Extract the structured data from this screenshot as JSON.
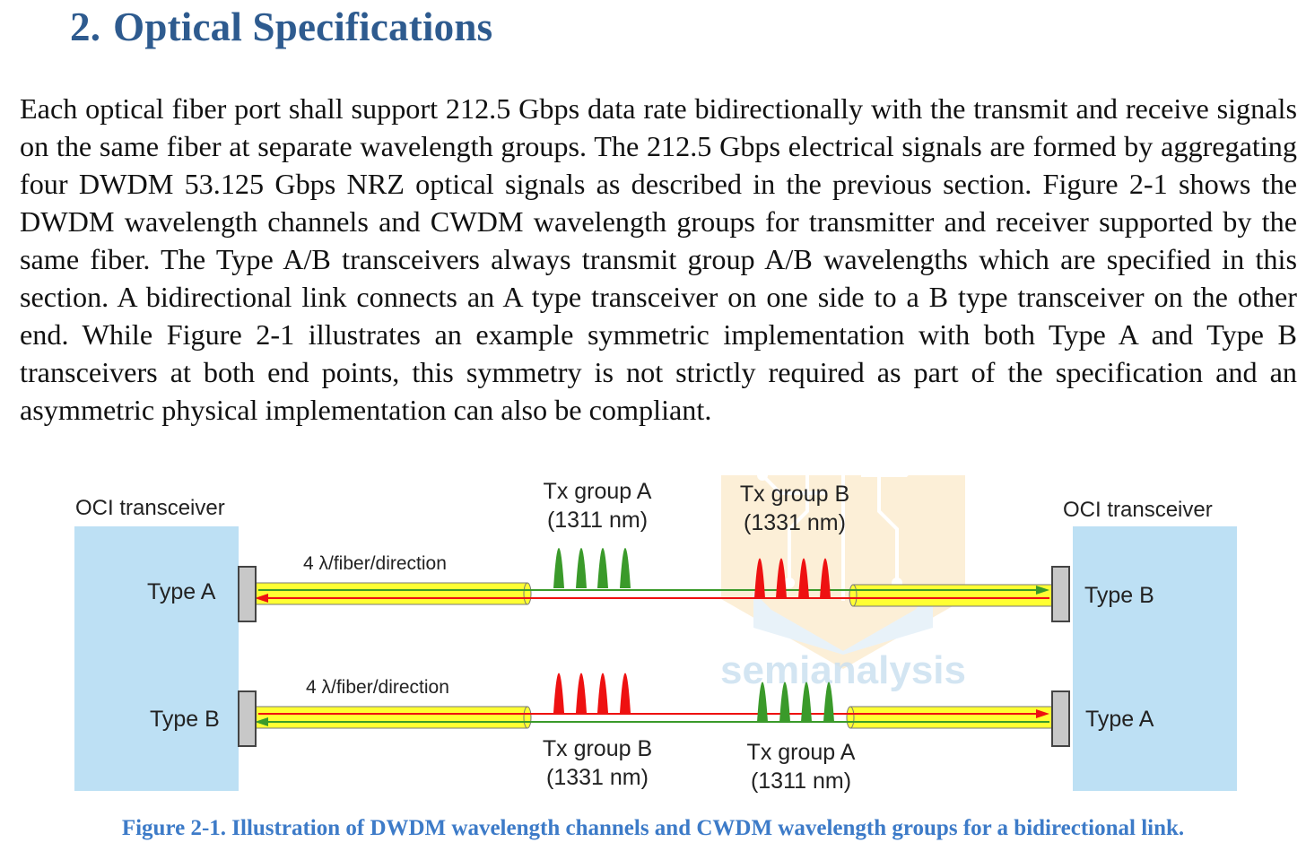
{
  "section": {
    "number": "2.",
    "title": "Optical Specifications"
  },
  "body_text": "Each optical fiber port shall support 212.5 Gbps data rate bidirectionally with the transmit and receive signals on the same fiber at separate wavelength groups. The 212.5 Gbps electrical signals are formed by aggregating four DWDM 53.125 Gbps NRZ optical signals as described in the previous section. Figure 2-1 shows the DWDM wavelength channels and CWDM wavelength groups for transmitter and receiver supported by the same fiber. The Type A/B transceivers always transmit group A/B wavelengths which are specified in this section. A bidirectional link connects an A type transceiver on one side to a B type transceiver on the other end. While Figure 2-1 illustrates an example symmetric implementation with both Type A and Type B transceivers at both end points, this symmetry is not strictly required as part of the specification and an asymmetric physical implementation can also be compliant.",
  "figure": {
    "left_transceiver": {
      "title": "OCI transceiver",
      "top_port": "Type A",
      "bottom_port": "Type B"
    },
    "right_transceiver": {
      "title": "OCI transceiver",
      "top_port": "Type B",
      "bottom_port": "Type A"
    },
    "top_link": {
      "fiber_label": "4 λ/fiber/direction",
      "group_left": {
        "name": "Tx group A",
        "wavelength": "(1311 nm)",
        "color": "#3a9a2a"
      },
      "group_right": {
        "name": "Tx group B",
        "wavelength": "(1331 nm)",
        "color": "#ee1111"
      }
    },
    "bottom_link": {
      "fiber_label": "4 λ/fiber/direction",
      "group_left": {
        "name": "Tx group B",
        "wavelength": "(1331 nm)",
        "color": "#ee1111"
      },
      "group_right": {
        "name": "Tx group A",
        "wavelength": "(1311 nm)",
        "color": "#3a9a2a"
      }
    },
    "watermark": "semianalysis"
  },
  "caption": "Figure 2-1. Illustration of DWDM wavelength channels and CWDM wavelength groups for a bidirectional link.",
  "colors": {
    "heading": "#2e5b8f",
    "caption": "#3d7bc8",
    "transceiver_fill": "#bde0f4",
    "fiber_fill": "#ffff33",
    "connector": "#c8c8c8"
  }
}
